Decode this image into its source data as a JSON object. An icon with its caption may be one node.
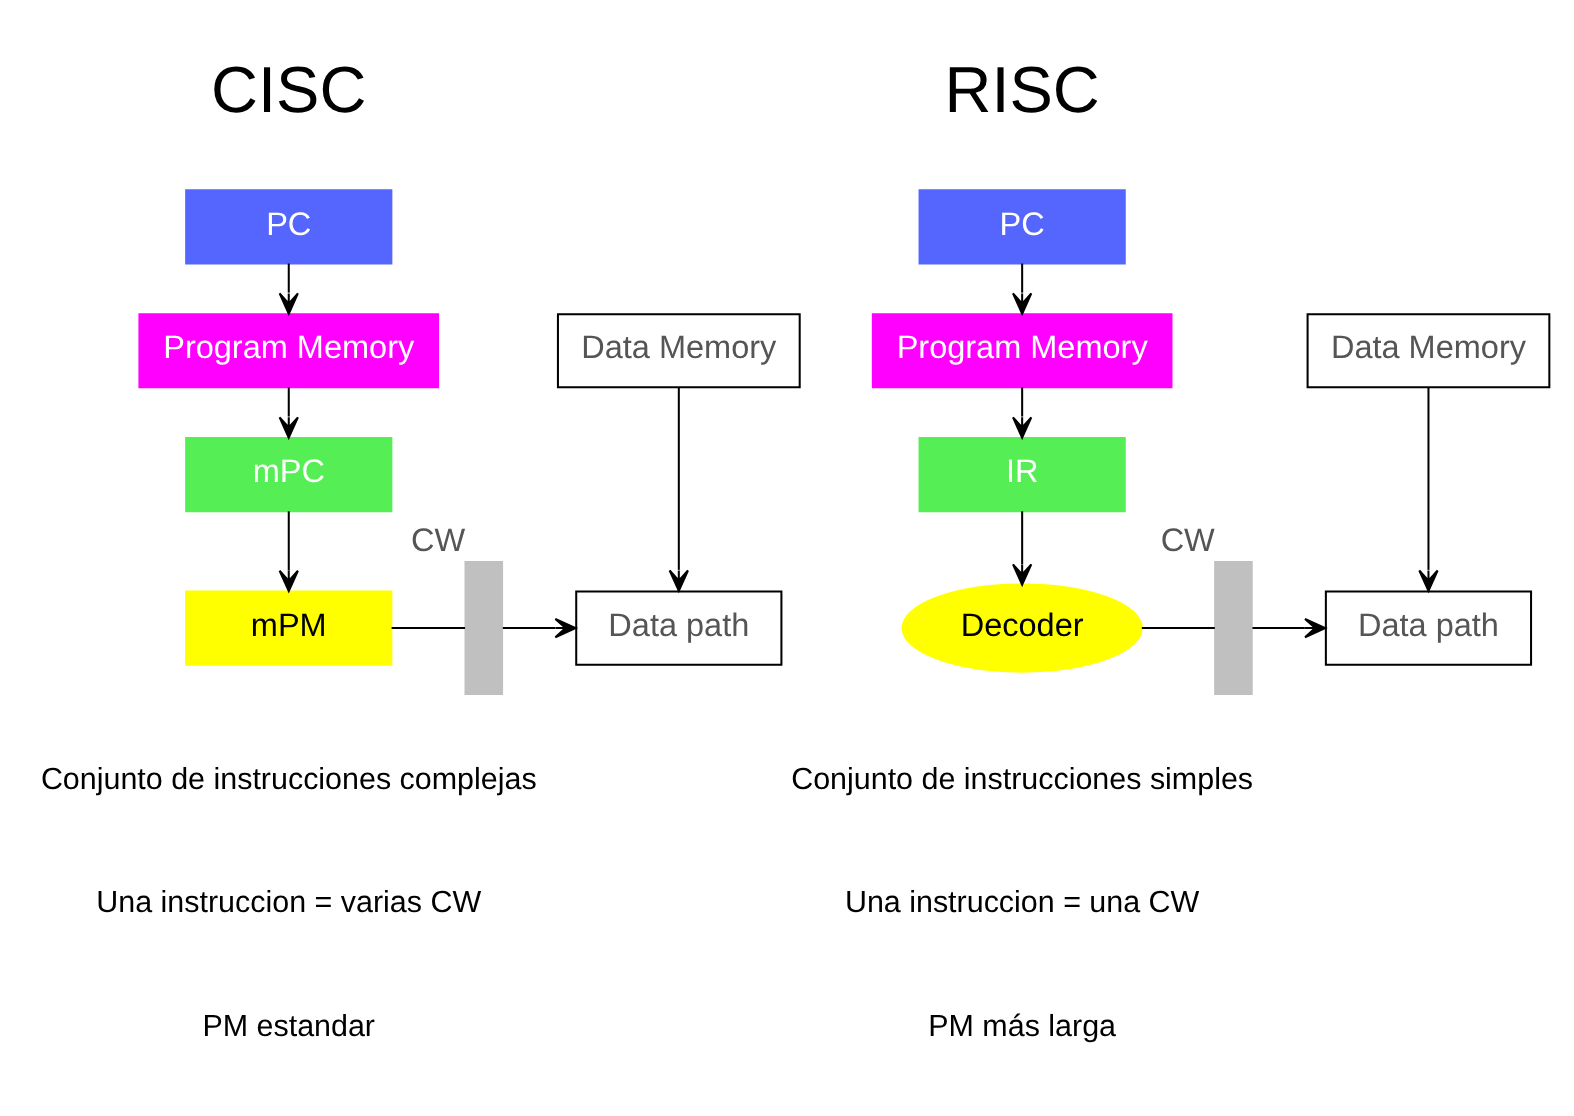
{
  "diagram": {
    "nodes": [
      {
        "text": [
          "PC"
        ]
      },
      {
        "text": [
          "Program Memory"
        ]
      },
      {
        "text": [
          "mPC"
        ]
      },
      {
        "text": [
          "mPM"
        ]
      },
      {
        "text": [],
        "shape": "bar",
        "beside": [
          "CW"
        ]
      },
      {
        "text": [
          "Data Memory"
        ]
      },
      {
        "text": [
          "Data path"
        ]
      },
      {
        "text": [
          "PC"
        ]
      },
      {
        "text": [
          "Program Memory"
        ]
      },
      {
        "text": [
          "IR"
        ]
      },
      {
        "text": [
          "Decoder"
        ]
      },
      {
        "text": [],
        "shape": "bar",
        "beside": [
          "CW"
        ]
      },
      {
        "text": [
          "Data Memory"
        ]
      },
      {
        "text": [
          "Data path"
        ]
      }
    ],
    "edges": [
      {
        "from": 0,
        "to": 1,
        "arrow": "to"
      },
      {
        "from": 1,
        "to": 2,
        "arrow": "to"
      },
      {
        "from": 2,
        "to": 3,
        "arrow": "to"
      },
      {
        "from": 3,
        "to": 4,
        "arrow": "none"
      },
      {
        "from": 4,
        "to": 6,
        "arrow": "to"
      },
      {
        "from": 5,
        "to": 6,
        "arrow": "to"
      },
      {
        "from": 7,
        "to": 8,
        "arrow": "to"
      },
      {
        "from": 8,
        "to": 9,
        "arrow": "to"
      },
      {
        "from": 9,
        "to": 10,
        "arrow": "to"
      },
      {
        "from": 10,
        "to": 11,
        "arrow": "none"
      },
      {
        "from": 11,
        "to": 13,
        "arrow": "to"
      },
      {
        "from": 12,
        "to": 13,
        "arrow": "to"
      }
    ],
    "labels": [
      "CISC",
      "Conjunto de instrucciones complejas",
      "Una instruccion = varias CW",
      "PM estandar",
      "RISC",
      "Conjunto de instrucciones simples",
      "Una instruccion = una CW",
      "PM más larga"
    ]
  }
}
